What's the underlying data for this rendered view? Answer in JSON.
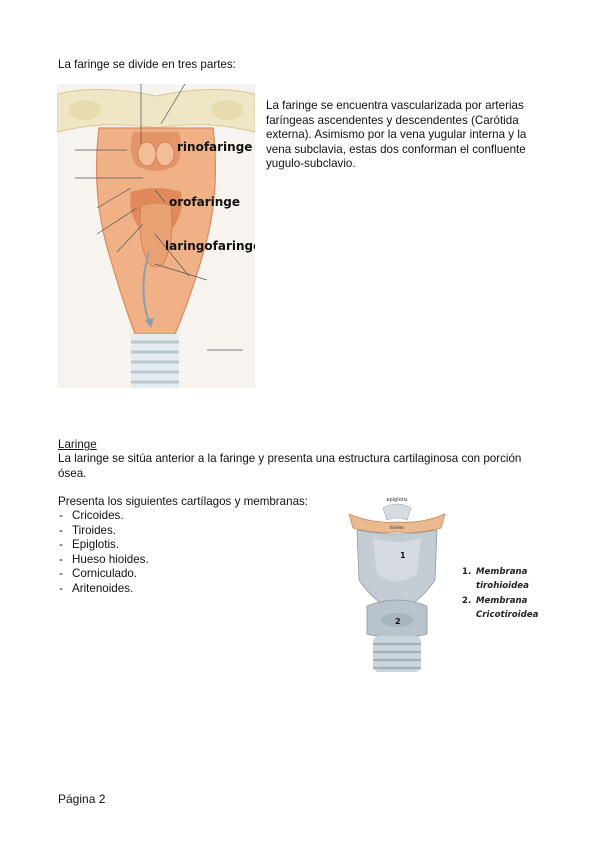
{
  "intro": "La faringe se divide en tres partes:",
  "pharynx_figure": {
    "labels": {
      "rinofaringe": "rinofaringe",
      "orofaringe": "orofaringe",
      "laringofaringe": "laringofaringe"
    }
  },
  "vascular_paragraph": "La faringe se encuentra vascularizada por arterias faríngeas ascendentes y descendentes (Carótida externa). Asimismo por la vena yugular interna y la vena subclavia, estas dos conforman el confluente yugulo-subclavio.",
  "larynx": {
    "title": "Laringe",
    "paragraph": "La laringe se sitúa anterior a la faringe y presenta una estructura cartilaginosa con porción ósea.",
    "cartilage_intro": "Presenta los siguientes cartílagos y membranas:",
    "cartilages": [
      "Cricoides.",
      "Tiroides.",
      "Epiglotis.",
      "Hueso hioides.",
      "Corniculado.",
      "Aritenoides."
    ]
  },
  "larynx_figure": {
    "top_label": "epiglotis",
    "hyoid_label": "hioides",
    "marker_1": "1",
    "marker_2": "2"
  },
  "membranes": [
    {
      "number": "1.",
      "line1": "Membrana",
      "line2": "tirohioidea"
    },
    {
      "number": "2.",
      "line1": "Membrana",
      "line2": "Cricotiroidea"
    }
  ],
  "footer": {
    "page": "Página 2"
  },
  "colors": {
    "tissue": "#f0b187",
    "tissue_dark": "#e08a5c",
    "cartilage": "#b9c3cc",
    "bone": "#efe6c6"
  }
}
